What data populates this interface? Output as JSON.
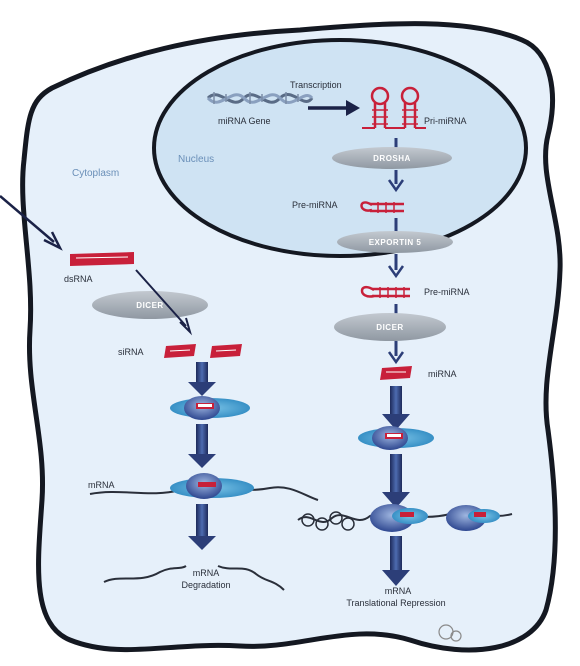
{
  "labels": {
    "transcription": "Transcription",
    "mirna_gene": "miRNA Gene",
    "pri_mirna": "Pri-miRNA",
    "nucleus": "Nucleus",
    "cytoplasm": "Cytoplasm",
    "drosha": "DROSHA",
    "pre_mirna_nuclear": "Pre-miRNA",
    "exportin5": "EXPORTIN 5",
    "pre_mirna_cyto": "Pre-miRNA",
    "dicer_left": "DICER",
    "dicer_right": "DICER",
    "dsrna": "dsRNA",
    "sirna": "siRNA",
    "mirna": "miRNA",
    "mrna_left": "mRNA",
    "mrna_degradation_1": "mRNA",
    "mrna_degradation_2": "Degradation",
    "mrna_repression_1": "mRNA",
    "mrna_repression_2": "Translational Repression"
  },
  "colors": {
    "cell_fill": "#e6f0fa",
    "nucleus_fill": "#cfe3f3",
    "rna_red": "#c8203a",
    "enzyme_grey": "#9aa3ad",
    "arrow_blue": "#2c3e78"
  }
}
